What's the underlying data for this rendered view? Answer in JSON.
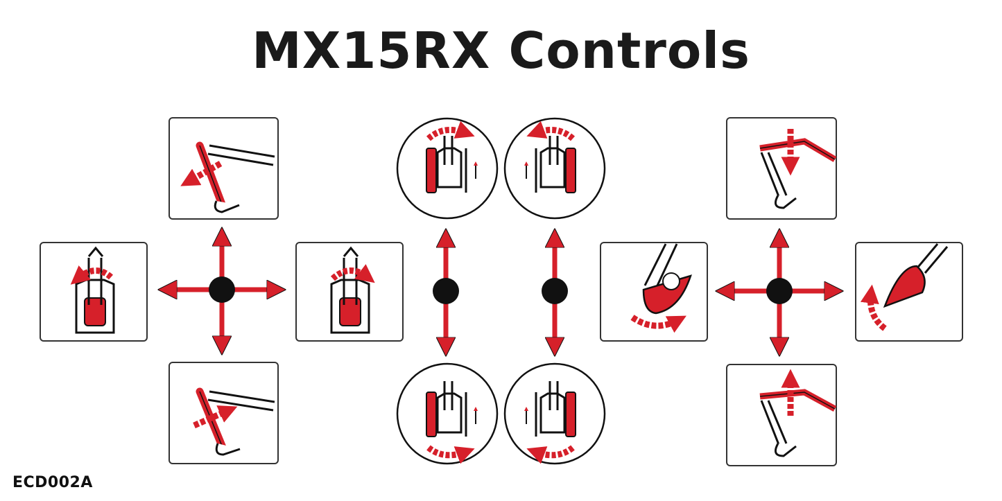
{
  "title": "MX15RX Controls",
  "code": "ECD002A",
  "colors": {
    "accent": "#d6202a",
    "ink": "#111111",
    "frame": "#333333"
  },
  "joysticks": [
    {
      "name": "left-joystick",
      "type": "four-way",
      "functions": {
        "up": "boom-dig-icon",
        "down": "boom-extend-icon",
        "left": "swing-left-icon",
        "right": "swing-right-icon"
      }
    },
    {
      "name": "left-travel-lever",
      "type": "two-way",
      "functions": {
        "up": "track-left-forward-icon",
        "down": "track-left-reverse-icon"
      }
    },
    {
      "name": "right-travel-lever",
      "type": "two-way",
      "functions": {
        "up": "track-right-forward-icon",
        "down": "track-right-reverse-icon"
      }
    },
    {
      "name": "right-joystick",
      "type": "four-way",
      "functions": {
        "up": "boom-lower-icon",
        "down": "boom-raise-icon",
        "left": "bucket-curl-icon",
        "right": "bucket-dump-icon"
      }
    }
  ]
}
